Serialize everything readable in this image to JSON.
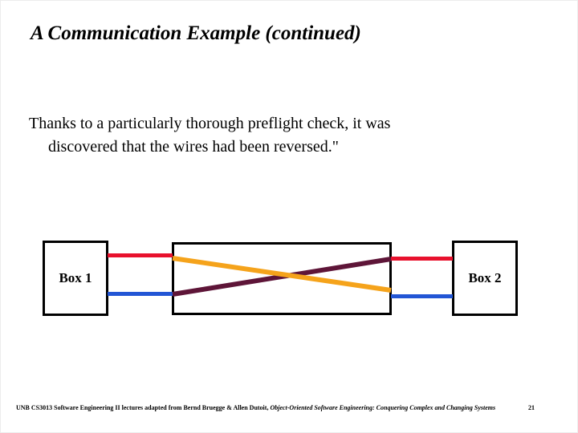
{
  "slide": {
    "title": "A Communication Example (continued)",
    "body": {
      "line1": "Thanks to a particularly thorough preflight check, it was",
      "line2": "discovered that the wires had been reversed.\""
    },
    "diagram": {
      "box1_label": "Box 1",
      "box2_label": "Box 2",
      "wires": [
        {
          "segment": "box1-to-junction-top",
          "color_name": "red"
        },
        {
          "segment": "box1-to-junction-bottom",
          "color_name": "blue"
        },
        {
          "segment": "inside-junction-top-left-to-bottom-right",
          "color_name": "orange"
        },
        {
          "segment": "inside-junction-bottom-left-to-top-right",
          "color_name": "purple"
        },
        {
          "segment": "junction-to-box2-top",
          "color_name": "red"
        },
        {
          "segment": "junction-to-box2-bottom",
          "color_name": "blue"
        }
      ]
    },
    "footer": {
      "credit_prefix": "UNB CS3013 Software Engineering II lectures adapted from Bernd Bruegge & Allen Dutoit, ",
      "book_title": "Object-Oriented Software Engineering: Conquering Complex and Changing Systems",
      "page_number": "21"
    },
    "colors": {
      "wire_red": "#e8112d",
      "wire_blue": "#2256d5",
      "wire_orange": "#f5a31b",
      "wire_purple": "#5e1538"
    }
  }
}
